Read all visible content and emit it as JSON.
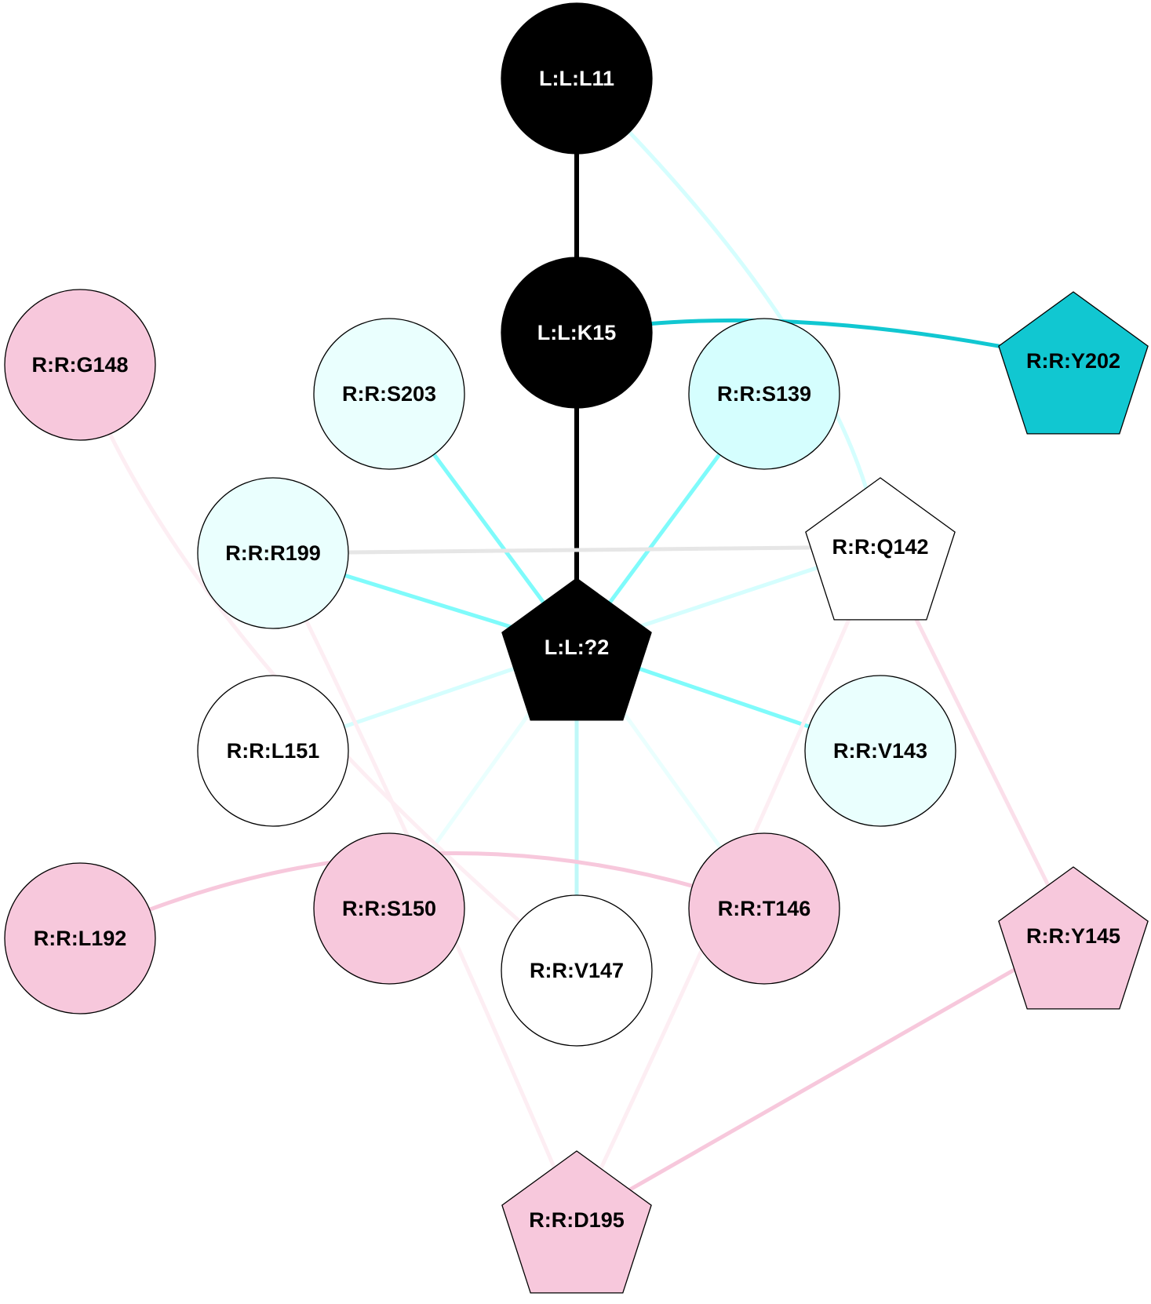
{
  "nodes": [
    {
      "id": "L:L:L11",
      "label": "L:L:L11",
      "shape": "circle",
      "fill": "#000000",
      "text_color": "#ffffff"
    },
    {
      "id": "L:L:K15",
      "label": "L:L:K15",
      "shape": "circle",
      "fill": "#000000",
      "text_color": "#ffffff"
    },
    {
      "id": "L:L:?2",
      "label": "L:L:?2",
      "shape": "pentagon",
      "fill": "#000000",
      "text_color": "#ffffff"
    },
    {
      "id": "R:R:G148",
      "label": "R:R:G148",
      "shape": "circle",
      "fill": "#f7c8dc",
      "text_color": "#000000"
    },
    {
      "id": "R:R:S203",
      "label": "R:R:S203",
      "shape": "circle",
      "fill": "#eafffe",
      "text_color": "#000000"
    },
    {
      "id": "R:R:S139",
      "label": "R:R:S139",
      "shape": "circle",
      "fill": "#d5fefe",
      "text_color": "#000000"
    },
    {
      "id": "R:R:Y202",
      "label": "R:R:Y202",
      "shape": "pentagon",
      "fill": "#11c7d1",
      "text_color": "#000000"
    },
    {
      "id": "R:R:R199",
      "label": "R:R:R199",
      "shape": "circle",
      "fill": "#eafffe",
      "text_color": "#000000"
    },
    {
      "id": "R:R:Q142",
      "label": "R:R:Q142",
      "shape": "pentagon",
      "fill": "#ffffff",
      "text_color": "#000000"
    },
    {
      "id": "R:R:L151",
      "label": "R:R:L151",
      "shape": "circle",
      "fill": "#ffffff",
      "text_color": "#000000"
    },
    {
      "id": "R:R:V143",
      "label": "R:R:V143",
      "shape": "circle",
      "fill": "#eafffe",
      "text_color": "#000000"
    },
    {
      "id": "R:R:L192",
      "label": "R:R:L192",
      "shape": "circle",
      "fill": "#f7c8dc",
      "text_color": "#000000"
    },
    {
      "id": "R:R:S150",
      "label": "R:R:S150",
      "shape": "circle",
      "fill": "#f7c8dc",
      "text_color": "#000000"
    },
    {
      "id": "R:R:V147",
      "label": "R:R:V147",
      "shape": "circle",
      "fill": "#ffffff",
      "text_color": "#000000"
    },
    {
      "id": "R:R:T146",
      "label": "R:R:T146",
      "shape": "circle",
      "fill": "#f7c8dc",
      "text_color": "#000000"
    },
    {
      "id": "R:R:Y145",
      "label": "R:R:Y145",
      "shape": "pentagon",
      "fill": "#f7c8dc",
      "text_color": "#000000"
    },
    {
      "id": "R:R:D195",
      "label": "R:R:D195",
      "shape": "pentagon",
      "fill": "#f7c8dc",
      "text_color": "#000000"
    }
  ],
  "edges": [
    {
      "from": "L:L:L11",
      "to": "L:L:K15",
      "color": "#000000"
    },
    {
      "from": "L:L:K15",
      "to": "L:L:?2",
      "color": "#000000"
    },
    {
      "from": "L:L:L11",
      "to": "R:R:Q142",
      "color": "#d5fefe"
    },
    {
      "from": "L:L:K15",
      "to": "R:R:Y202",
      "color": "#11c7d1"
    },
    {
      "from": "R:R:S203",
      "to": "L:L:?2",
      "color": "#7ffbfb"
    },
    {
      "from": "R:R:S139",
      "to": "L:L:?2",
      "color": "#7ffbfb"
    },
    {
      "from": "R:R:R199",
      "to": "L:L:?2",
      "color": "#7ffbfb"
    },
    {
      "from": "R:R:R199",
      "to": "R:R:Q142",
      "color": "#e6e6e6"
    },
    {
      "from": "R:R:Q142",
      "to": "L:L:?2",
      "color": "#d5fefe"
    },
    {
      "from": "R:R:L151",
      "to": "L:L:?2",
      "color": "#d5fefe"
    },
    {
      "from": "R:R:V143",
      "to": "L:L:?2",
      "color": "#7ffbfb"
    },
    {
      "from": "R:R:S150",
      "to": "L:L:?2",
      "color": "#eafffe"
    },
    {
      "from": "R:R:V147",
      "to": "L:L:?2",
      "color": "#bff8f8"
    },
    {
      "from": "R:R:T146",
      "to": "L:L:?2",
      "color": "#eafffe"
    },
    {
      "from": "R:R:G148",
      "to": "R:R:V147",
      "color": "#fdeef3"
    },
    {
      "from": "R:R:R199",
      "to": "R:R:D195",
      "color": "#fdeef3"
    },
    {
      "from": "R:R:L192",
      "to": "R:R:T146",
      "color": "#f7c8dc"
    },
    {
      "from": "R:R:Q142",
      "to": "R:R:D195",
      "color": "#fdeef3"
    },
    {
      "from": "R:R:Q142",
      "to": "R:R:Y145",
      "color": "#fbdfea"
    },
    {
      "from": "R:R:Y145",
      "to": "R:R:D195",
      "color": "#f7c8dc"
    }
  ]
}
